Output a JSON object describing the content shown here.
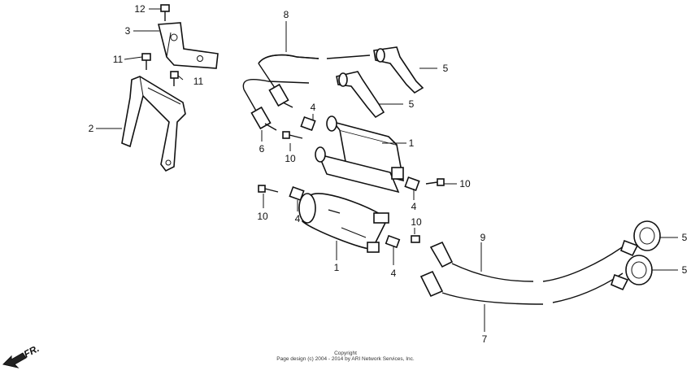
{
  "callouts": [
    "12",
    "3",
    "11",
    "11",
    "2",
    "8",
    "5",
    "5",
    "4",
    "6",
    "10",
    "1",
    "10",
    "4",
    "10",
    "4",
    "1",
    "10",
    "4",
    "9",
    "5",
    "5",
    "7"
  ],
  "direction_marker": "FR.",
  "copyright": {
    "line1": "Copyright",
    "line2": "Page design (c) 2004 - 2014 by ARI Network Services, Inc."
  }
}
